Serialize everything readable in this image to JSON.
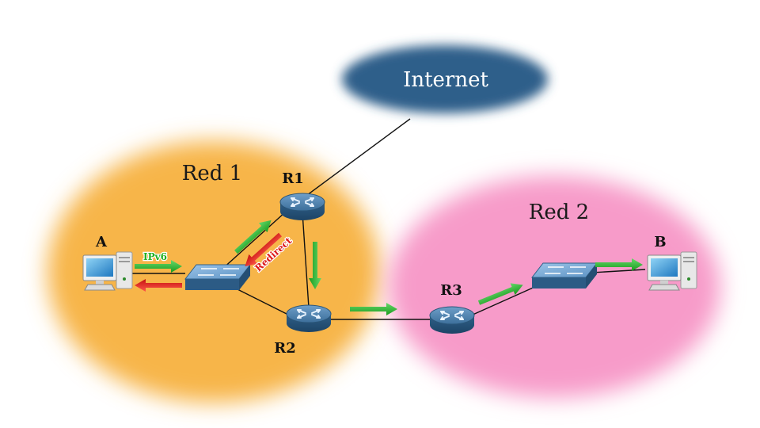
{
  "cloud": {
    "label": "Internet",
    "color": "#2e5f8a"
  },
  "networks": [
    {
      "label": "Red 1",
      "color": "#f7b54a"
    },
    {
      "label": "Red 2",
      "color": "#f79bc9"
    }
  ],
  "routers": [
    {
      "label": "R1"
    },
    {
      "label": "R2"
    },
    {
      "label": "R3"
    }
  ],
  "hosts": [
    {
      "label": "A"
    },
    {
      "label": "B"
    }
  ],
  "arrows": {
    "ipv6_label": "IPv6",
    "redirect_label": "Redirect",
    "forward_color": "#22b022",
    "redirect_color": "#dd1a1a"
  }
}
